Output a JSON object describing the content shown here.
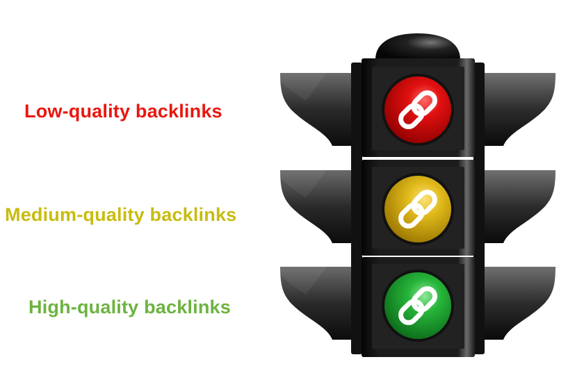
{
  "labels": [
    {
      "text": "Low-quality backlinks",
      "color": "#e8170f"
    },
    {
      "text": "Medium-quality backlinks",
      "color": "#c8bc10"
    },
    {
      "text": "High-quality backlinks",
      "color": "#6cb33f"
    }
  ],
  "traffic_light": {
    "lamps": [
      {
        "name": "red",
        "color": "#e01010",
        "dark": "#8a0000",
        "icon": "link-icon"
      },
      {
        "name": "yellow",
        "color": "#e2bb1c",
        "dark": "#8f6d00",
        "icon": "link-icon"
      },
      {
        "name": "green",
        "color": "#27b53a",
        "dark": "#0c6a1a",
        "icon": "link-icon"
      }
    ]
  }
}
